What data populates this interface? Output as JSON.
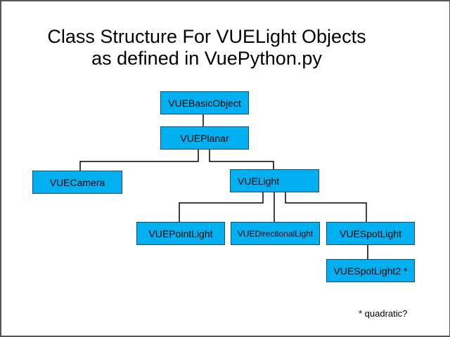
{
  "title": {
    "line1": "Class Structure For VUELight Objects",
    "line2": "as defined in VuePython.py"
  },
  "colors": {
    "node_fill": "#00b0f0",
    "node_border": "#1a4f6e",
    "line": "#000000"
  },
  "nodes": {
    "basic": "VUEBasicObject",
    "planar": "VUEPlanar",
    "camera": "VUECamera",
    "light": "VUELight",
    "point": "VUEPointLight",
    "directional": "VUEDirectionalLight",
    "spot": "VUESpotLight",
    "spot2": "VUESpotLight2 *"
  },
  "hierarchy": [
    {
      "parent": "VUEBasicObject",
      "child": "VUEPlanar"
    },
    {
      "parent": "VUEPlanar",
      "child": "VUECamera"
    },
    {
      "parent": "VUEPlanar",
      "child": "VUELight"
    },
    {
      "parent": "VUELight",
      "child": "VUEPointLight"
    },
    {
      "parent": "VUELight",
      "child": "VUEDirectionalLight"
    },
    {
      "parent": "VUELight",
      "child": "VUESpotLight"
    },
    {
      "parent": "VUESpotLight",
      "child": "VUESpotLight2 *"
    }
  ],
  "footnote": "* quadratic?"
}
